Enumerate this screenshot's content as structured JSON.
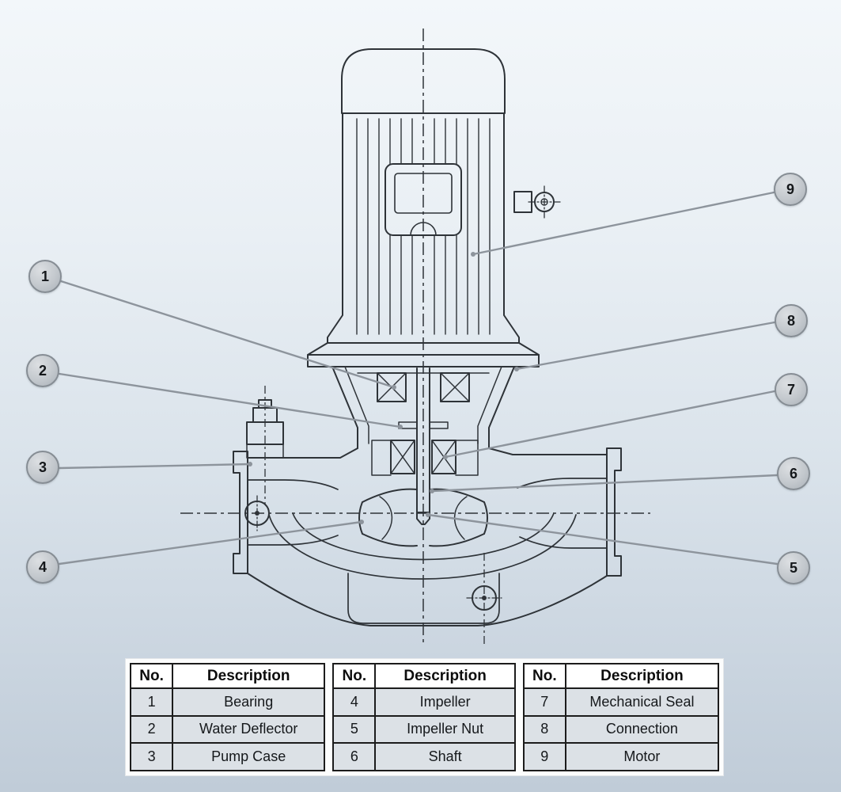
{
  "diagram": {
    "callouts": [
      "1",
      "2",
      "3",
      "4",
      "5",
      "6",
      "7",
      "8",
      "9"
    ]
  },
  "tables": [
    {
      "headers": [
        "No.",
        "Description"
      ],
      "rows": [
        [
          "1",
          "Bearing"
        ],
        [
          "2",
          "Water Deflector"
        ],
        [
          "3",
          "Pump Case"
        ]
      ]
    },
    {
      "headers": [
        "No.",
        "Description"
      ],
      "rows": [
        [
          "4",
          "Impeller"
        ],
        [
          "5",
          "Impeller Nut"
        ],
        [
          "6",
          "Shaft"
        ]
      ]
    },
    {
      "headers": [
        "No.",
        "Description"
      ],
      "rows": [
        [
          "7",
          "Mechanical Seal"
        ],
        [
          "8",
          "Connection"
        ],
        [
          "9",
          "Motor"
        ]
      ]
    }
  ],
  "colors": {
    "drawing_line": "#2e3338",
    "leader_line": "#8d949c",
    "callout_fill": "#c6cbd0",
    "table_row_bg": "#dce1e6",
    "table_border": "#1c1c1c"
  }
}
